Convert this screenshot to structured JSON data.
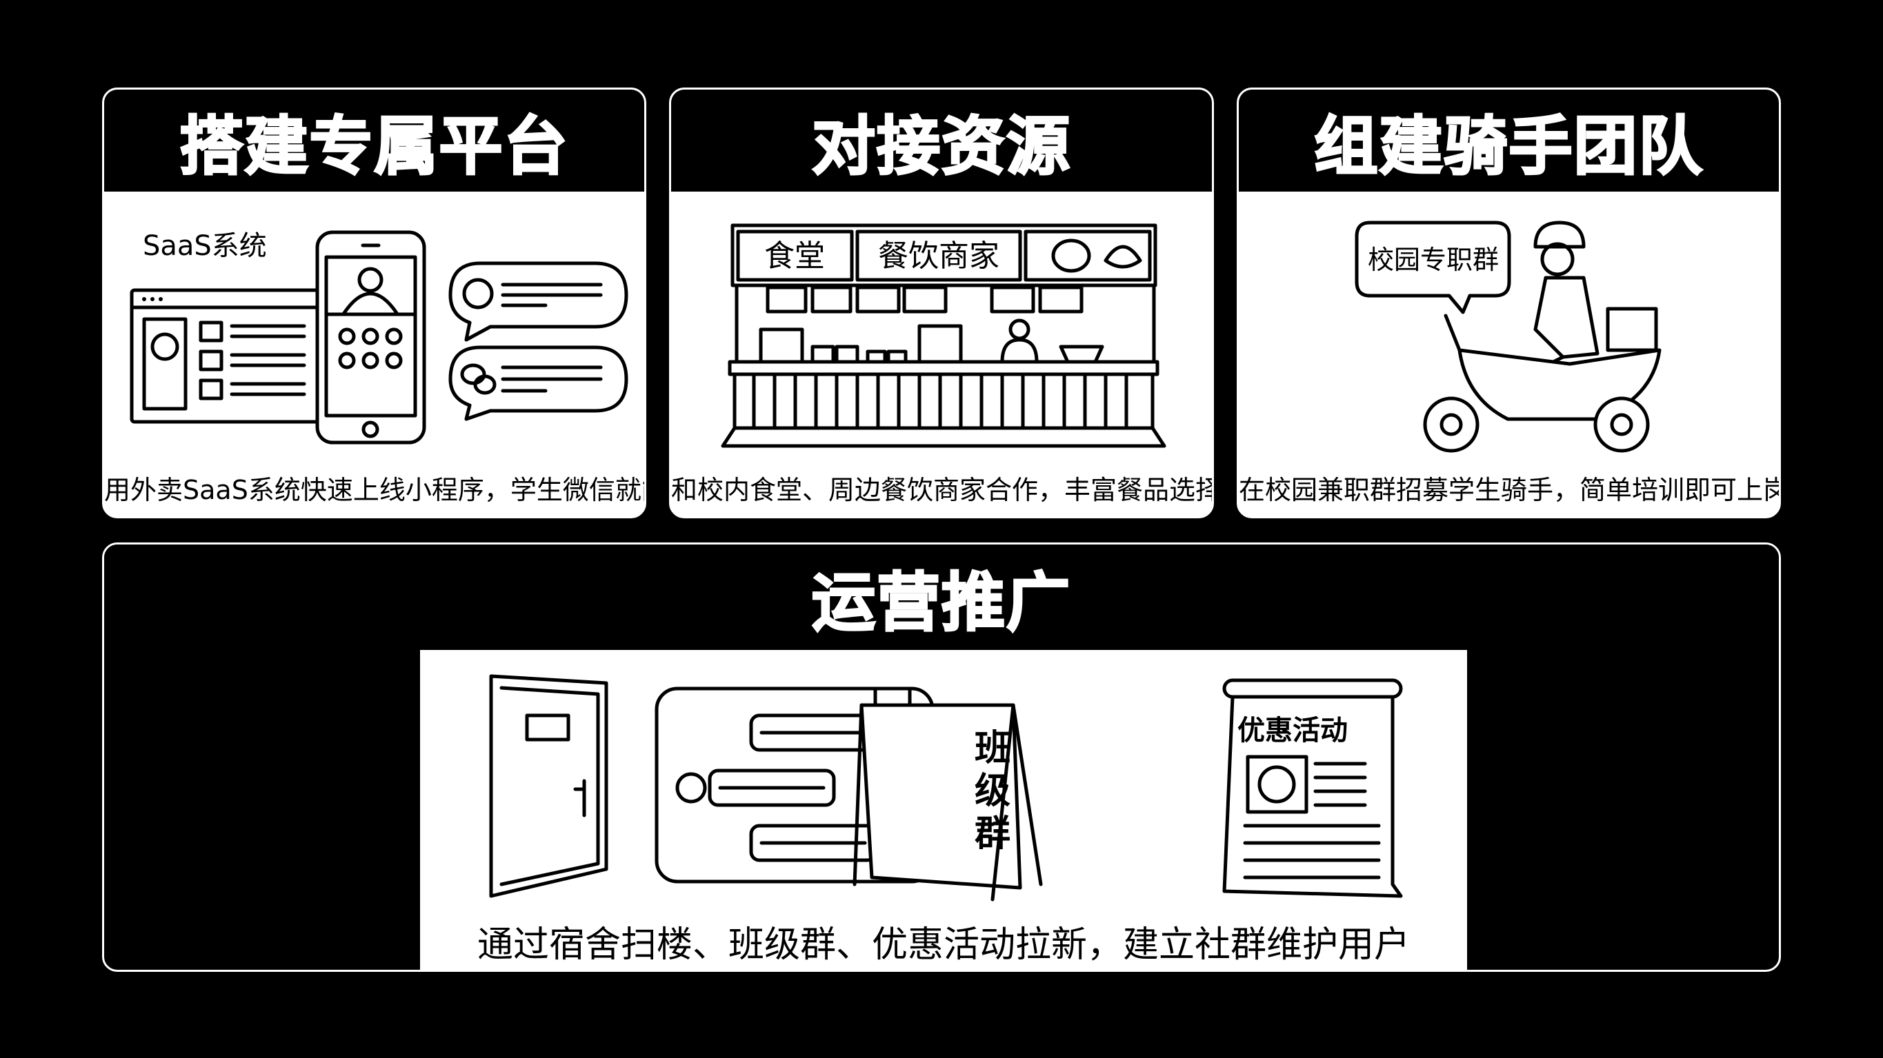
{
  "panels": [
    {
      "title": "搭建专属平台",
      "caption": "用外卖SaaS系统快速上线小程序，学生微信就能下单",
      "illustration": {
        "label": "SaaS系统"
      }
    },
    {
      "title": "对接资源",
      "caption": "和校内食堂、周边餐饮商家合作，丰富餐品选择",
      "illustration": {
        "sign_canteen": "食堂",
        "sign_merchants": "餐饮商家"
      }
    },
    {
      "title": "组建骑手团队",
      "caption": "在校园兼职群招募学生骑手，简单培训即可上岗",
      "illustration": {
        "bubble": "校园专职群"
      }
    }
  ],
  "operations": {
    "title": "运营推广",
    "caption": "通过宿舍扫楼、班级群、优惠活动拉新，建立社群维护用户",
    "illustration": {
      "sign_lines": [
        "班",
        "级",
        "群"
      ],
      "poster_title": "优惠活动"
    }
  },
  "colors": {
    "background": "#000000",
    "panel": "#ffffff",
    "header": "#000000"
  }
}
